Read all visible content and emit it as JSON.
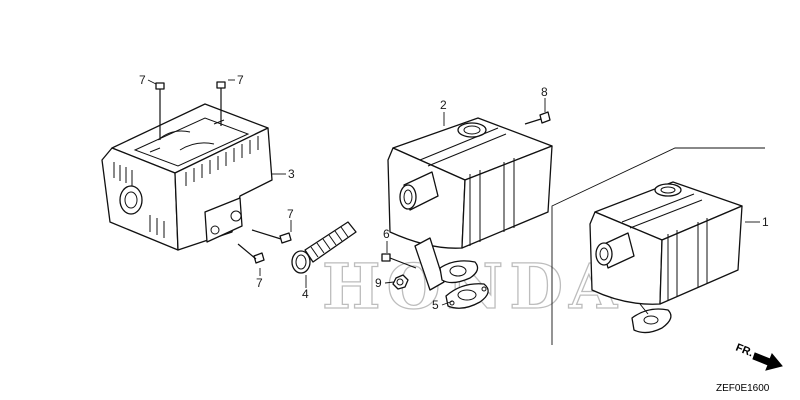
{
  "diagram": {
    "callouts": {
      "c1": "1",
      "c2": "2",
      "c3": "3",
      "c4": "4",
      "c5": "5",
      "c6": "6",
      "c7a": "7",
      "c7b": "7",
      "c7c": "7",
      "c7d": "7",
      "c8": "8",
      "c9": "9"
    },
    "watermark": "HONDA",
    "direction_label": "FR.",
    "figure_code": "ZEF0E1600"
  }
}
